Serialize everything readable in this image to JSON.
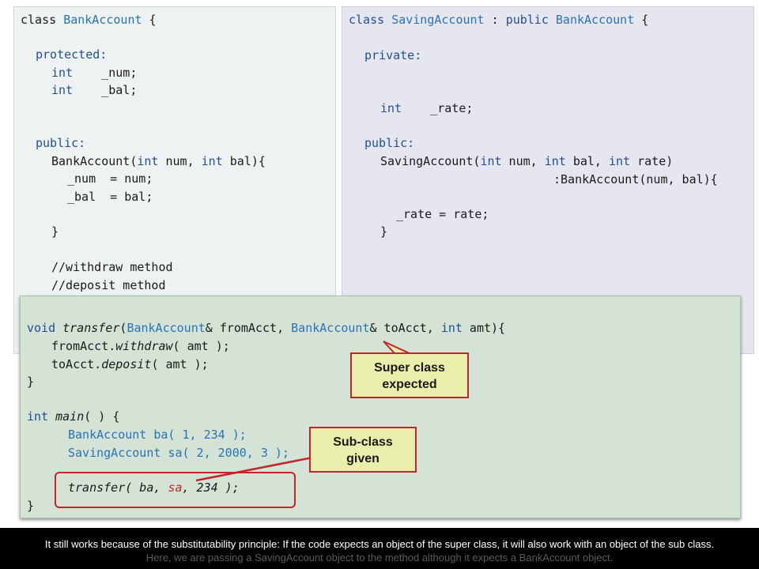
{
  "base_class": {
    "l1_kw": "class",
    "l1_name": "BankAccount",
    "l1_brace": " {",
    "l2": "protected:",
    "l3_type": "int",
    "l3_var": "    _num;",
    "l4_type": "int",
    "l4_var": "    _bal;",
    "l5": "public:",
    "l6_a": "BankAccount(",
    "l6_int1": "int",
    "l6_b": " num, ",
    "l6_int2": "int",
    "l6_c": " bal){",
    "l7": "_num  = num;",
    "l8": "_bal  = bal;",
    "l9": "}",
    "l10": "//withdraw method",
    "l11": "//deposit method"
  },
  "sub_class": {
    "l1_kw": "class",
    "l1_name": "SavingAccount",
    "l1_mid": " : ",
    "l1_pub": "public",
    "l1_base": "BankAccount",
    "l1_brace": " {",
    "l2": "private:",
    "l3_type": "int",
    "l3_var": "    _rate;",
    "l4": "public:",
    "l5_a": "SavingAccount(",
    "l5_int1": "int",
    "l5_b": " num, ",
    "l5_int2": "int",
    "l5_c": " bal, ",
    "l5_int3": "int",
    "l5_d": " rate)",
    "l6": ":BankAccount(num, bal){",
    "l7": "_rate = rate;",
    "l8": "}"
  },
  "main_code": {
    "t1_void": "void",
    "t1_fn": "transfer",
    "t1_a": "(",
    "t1_type1": "BankAccount",
    "t1_b": "& fromAcct, ",
    "t1_type2": "BankAccount",
    "t1_c": "& toAcct, ",
    "t1_int": "int",
    "t1_d": " amt){",
    "t2_a": "fromAcct.",
    "t2_m": "withdraw",
    "t2_b": "( amt );",
    "t3_a": "toAcct.",
    "t3_m": "deposit",
    "t3_b": "( amt );",
    "t4": "}",
    "m1_int": "int",
    "m1_fn": "main",
    "m1_rest": "( ) {",
    "m2_type": "BankAccount",
    "m2_rest": " ba( 1, 234 );",
    "m3_type": "SavingAccount",
    "m3_rest": " sa( 2, 2000, 3 );",
    "m4_a": "transfer( ba, ",
    "m4_sa": "sa",
    "m4_b": ", 234 );",
    "m5": "}"
  },
  "callouts": {
    "super_l1": "Super class",
    "super_l2": "expected",
    "sub_l1": "Sub-class",
    "sub_l2": "given"
  },
  "caption": {
    "back": "Here, we are passing a SavingAccount object to the method although it expects a BankAccount object.",
    "front": "It still works because of the substitutability principle: If the code expects an object of the super class, it will also work with an object of the sub class."
  },
  "colors": {
    "keyword": "#1f4e9a",
    "type": "#2a72b8",
    "highlight": "#c0262c",
    "callout_bg": "#e9efaa"
  }
}
